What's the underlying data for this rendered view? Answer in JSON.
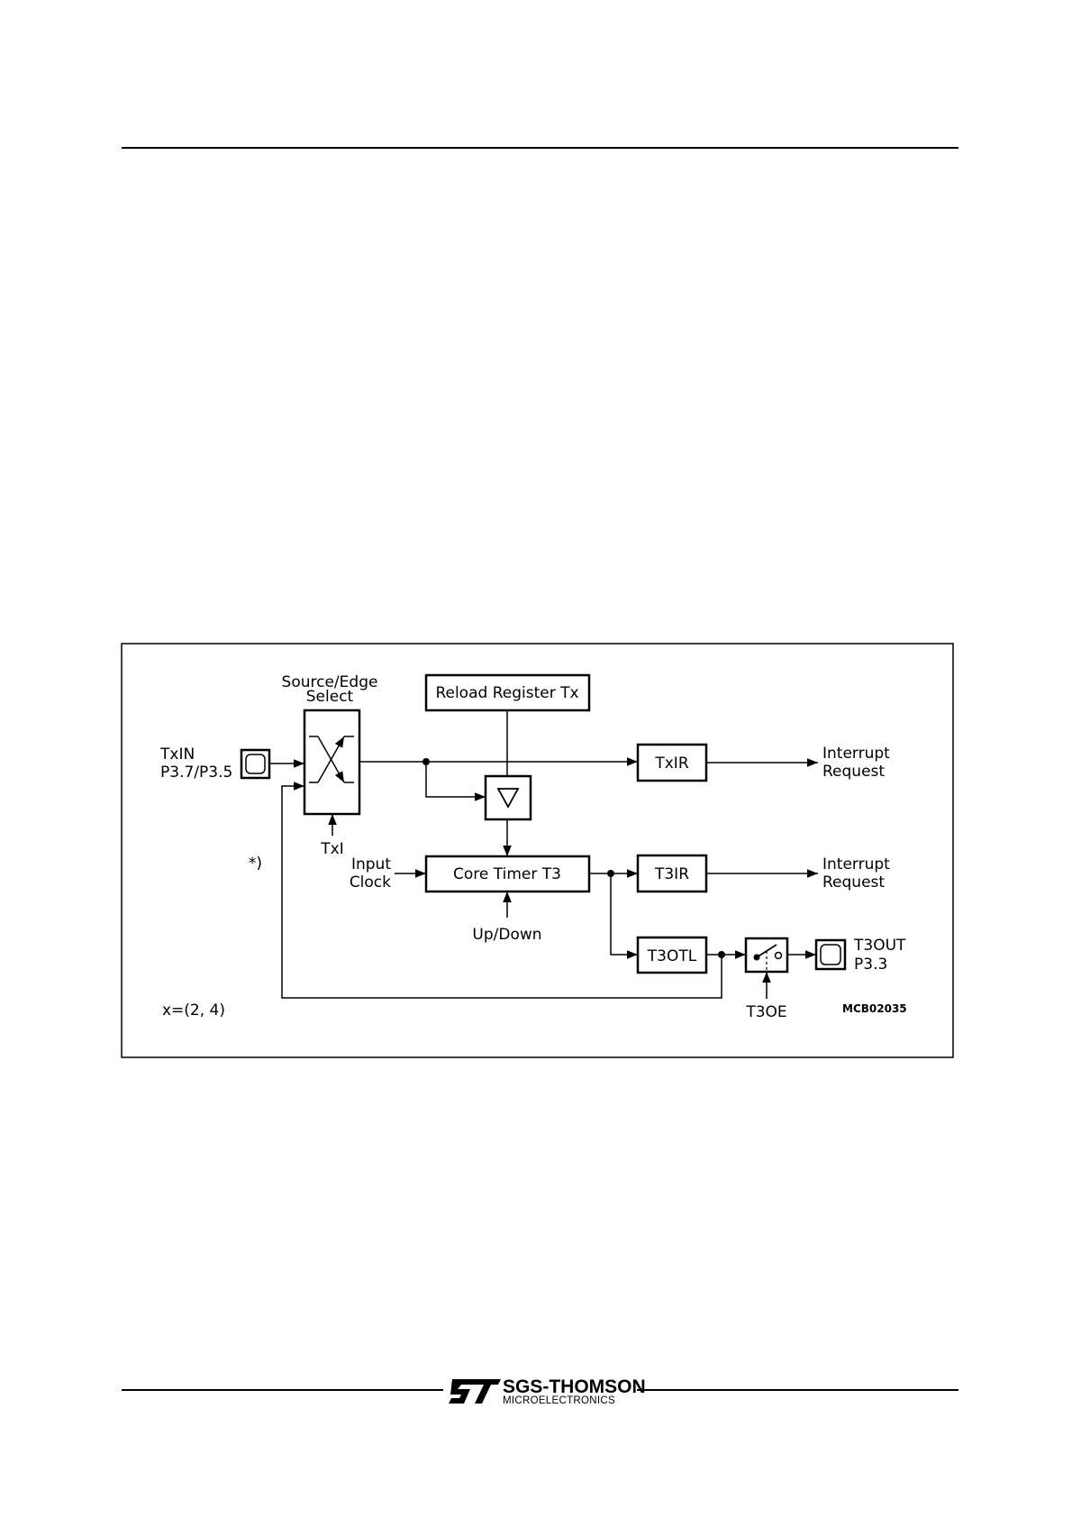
{
  "diagram": {
    "source_edge_select": [
      "Source/Edge",
      "Select"
    ],
    "txin_label": [
      "TxIN",
      "P3.7/P3.5"
    ],
    "txi_label": "TxI",
    "reload_register": "Reload  Register  Tx",
    "core_timer": "Core  Timer  T3",
    "input_clock": [
      "Input",
      "Clock"
    ],
    "up_down": "Up/Down",
    "txir": "TxIR",
    "t3ir": "T3IR",
    "t3otl": "T3OTL",
    "interrupt_request_1": [
      "Interrupt",
      "Request"
    ],
    "interrupt_request_2": [
      "Interrupt",
      "Request"
    ],
    "t3out_label": [
      "T3OUT",
      "P3.3"
    ],
    "t3oe_label": "T3OE",
    "footnote_mark": "*)",
    "x_values": "x=(2, 4)",
    "figure_code": "MCB02035"
  },
  "footer": {
    "company": "SGS-THOMSON",
    "division": "MICROELECTRONICS"
  }
}
